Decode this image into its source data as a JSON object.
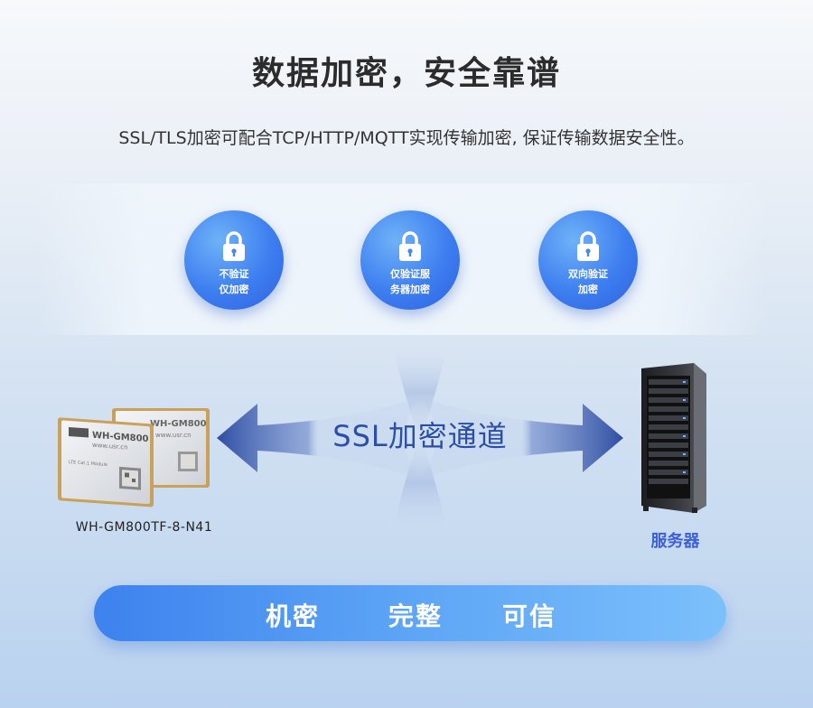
{
  "header": {
    "title": "数据加密，安全靠谱",
    "subtitle": "SSL/TLS加密可配合TCP/HTTP/MQTT实现传输加密, 保证传输数据安全性。"
  },
  "modes": [
    {
      "line1": "不验证",
      "line2": "仅加密",
      "icon": "lock-icon"
    },
    {
      "line1": "仅验证服",
      "line2": "务器加密",
      "icon": "lock-icon"
    },
    {
      "line1": "双向验证",
      "line2": "加密",
      "icon": "lock-icon"
    }
  ],
  "channel": {
    "label": "SSL加密通道"
  },
  "device": {
    "name": "WH-GM800TF-8-N41",
    "chip_text": "WH-GM800",
    "chip_url": "www.usr.cn",
    "chip_sub": "LTE Cat.1 Module"
  },
  "server": {
    "label": "服务器"
  },
  "features": [
    "机密",
    "完整",
    "可信"
  ],
  "colors": {
    "accent_blue": "#3d7ef0",
    "channel_text": "#2b4ea8",
    "server_label": "#3d5fd9"
  }
}
